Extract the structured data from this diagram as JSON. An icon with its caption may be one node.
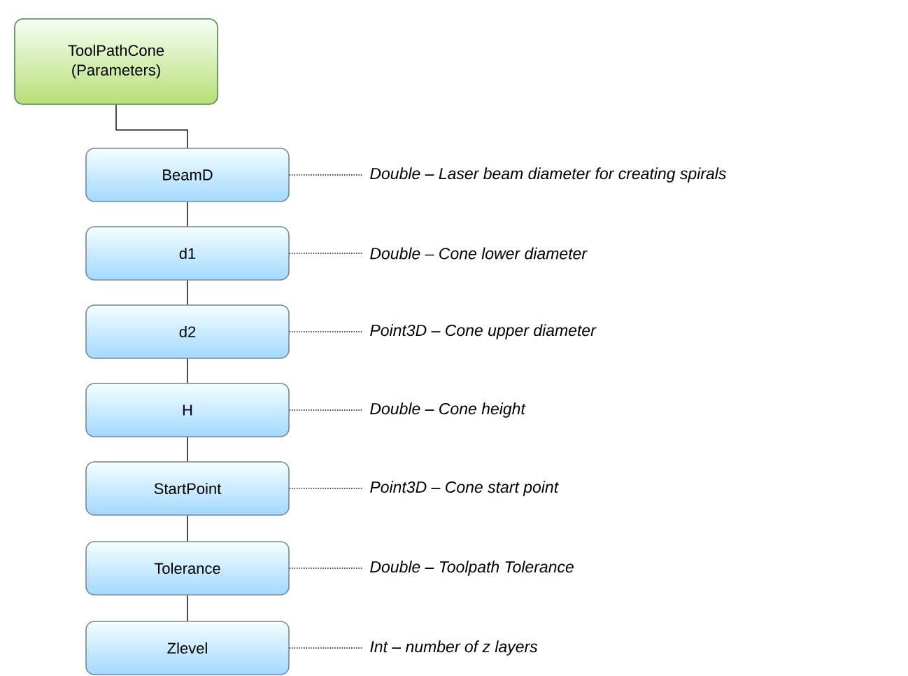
{
  "diagram": {
    "nodes": [
      {
        "text": [
          "ToolPathCone (Parameters)"
        ]
      },
      {
        "text": [
          "BeamD"
        ]
      },
      {
        "text": [
          "d1"
        ]
      },
      {
        "text": [
          "d2"
        ]
      },
      {
        "text": [
          "H"
        ]
      },
      {
        "text": [
          "StartPoint"
        ]
      },
      {
        "text": [
          "Tolerance"
        ]
      },
      {
        "text": [
          "Zlevel"
        ]
      },
      {
        "text": [
          "Double – Laser beam diameter for creating spirals"
        ]
      },
      {
        "text": [
          "Double – Cone lower diameter"
        ]
      },
      {
        "text": [
          "Point3D – Cone upper diameter"
        ]
      },
      {
        "text": [
          "Double – Cone height"
        ]
      },
      {
        "text": [
          "Point3D – Cone start point"
        ]
      },
      {
        "text": [
          "Double – Toolpath Tolerance"
        ]
      },
      {
        "text": [
          "Int – number of z layers"
        ]
      }
    ],
    "edges": [
      {
        "from": 0,
        "to": 1,
        "arrow": "none"
      },
      {
        "from": 1,
        "to": 2,
        "arrow": "none"
      },
      {
        "from": 2,
        "to": 3,
        "arrow": "none"
      },
      {
        "from": 3,
        "to": 4,
        "arrow": "none"
      },
      {
        "from": 4,
        "to": 5,
        "arrow": "none"
      },
      {
        "from": 5,
        "to": 6,
        "arrow": "none"
      },
      {
        "from": 6,
        "to": 7,
        "arrow": "none"
      },
      {
        "from": 1,
        "to": 8,
        "arrow": "none",
        "style": "dashed"
      },
      {
        "from": 2,
        "to": 9,
        "arrow": "none",
        "style": "dashed"
      },
      {
        "from": 3,
        "to": 10,
        "arrow": "none",
        "style": "dashed"
      },
      {
        "from": 4,
        "to": 11,
        "arrow": "none",
        "style": "dashed"
      },
      {
        "from": 5,
        "to": 12,
        "arrow": "none",
        "style": "dashed"
      },
      {
        "from": 6,
        "to": 13,
        "arrow": "none",
        "style": "dashed"
      },
      {
        "from": 7,
        "to": 14,
        "arrow": "none",
        "style": "dashed"
      }
    ]
  }
}
